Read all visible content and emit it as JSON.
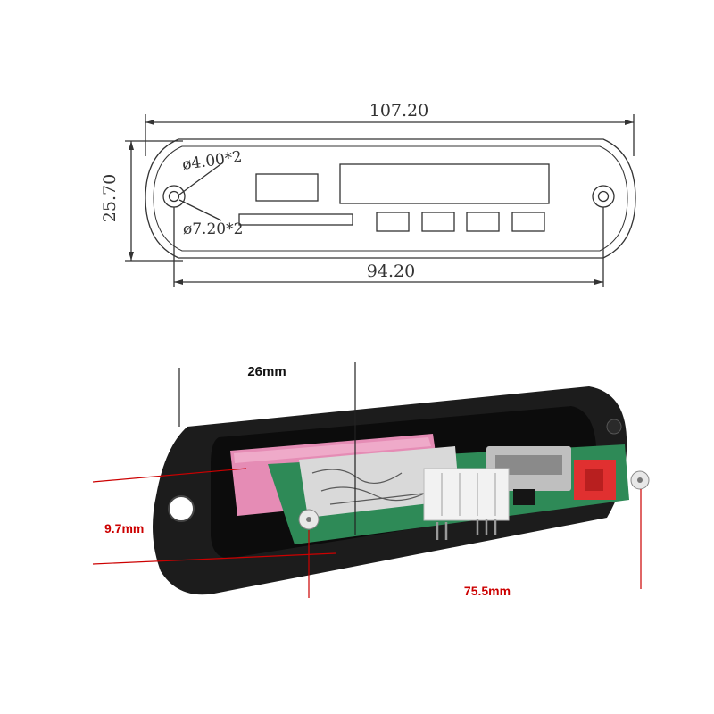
{
  "drawing": {
    "overall_width": "107.20",
    "overall_height": "25.70",
    "hole_spacing": "94.20",
    "small_hole": "ø4.00*2",
    "large_hole": "ø7.20*2"
  },
  "photo": {
    "depth_label": "26mm",
    "panel_height_label": "9.7mm",
    "board_width_label": "75.5mm"
  },
  "colors": {
    "line": "#333333",
    "measure": "#cc0000",
    "depth_label": "#111111",
    "bezel": "#1a1a1a",
    "pcb": "#2f8f5a",
    "display": "#e08ab0",
    "connector": "#e03030"
  }
}
